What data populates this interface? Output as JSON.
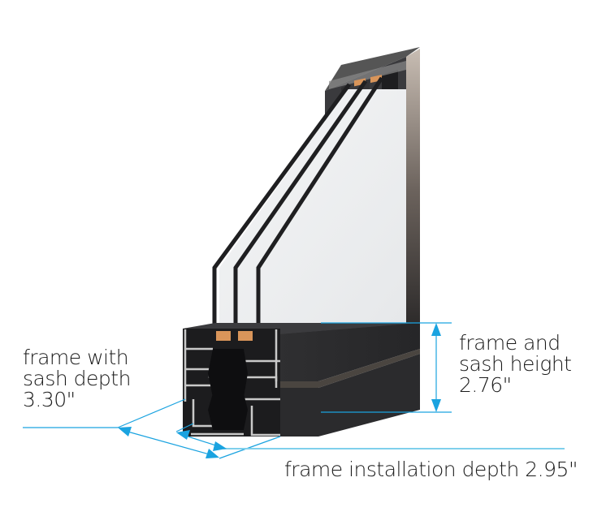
{
  "diagram": {
    "subject": "triple-glazed window frame cross-section",
    "accent_color": "#1aa3e0",
    "frame_color": "#2b2b2d",
    "profile_color": "#c9c9c9",
    "insulation_color": "#d9955a"
  },
  "labels": {
    "frame_with_sash_depth": {
      "line1": "frame with",
      "line2": "sash depth",
      "value": "3.30\""
    },
    "frame_and_sash_height": {
      "line1": "frame and",
      "line2": "sash height",
      "value": "2.76\""
    },
    "frame_installation_depth": {
      "text": "frame installation depth 2.95\""
    }
  }
}
